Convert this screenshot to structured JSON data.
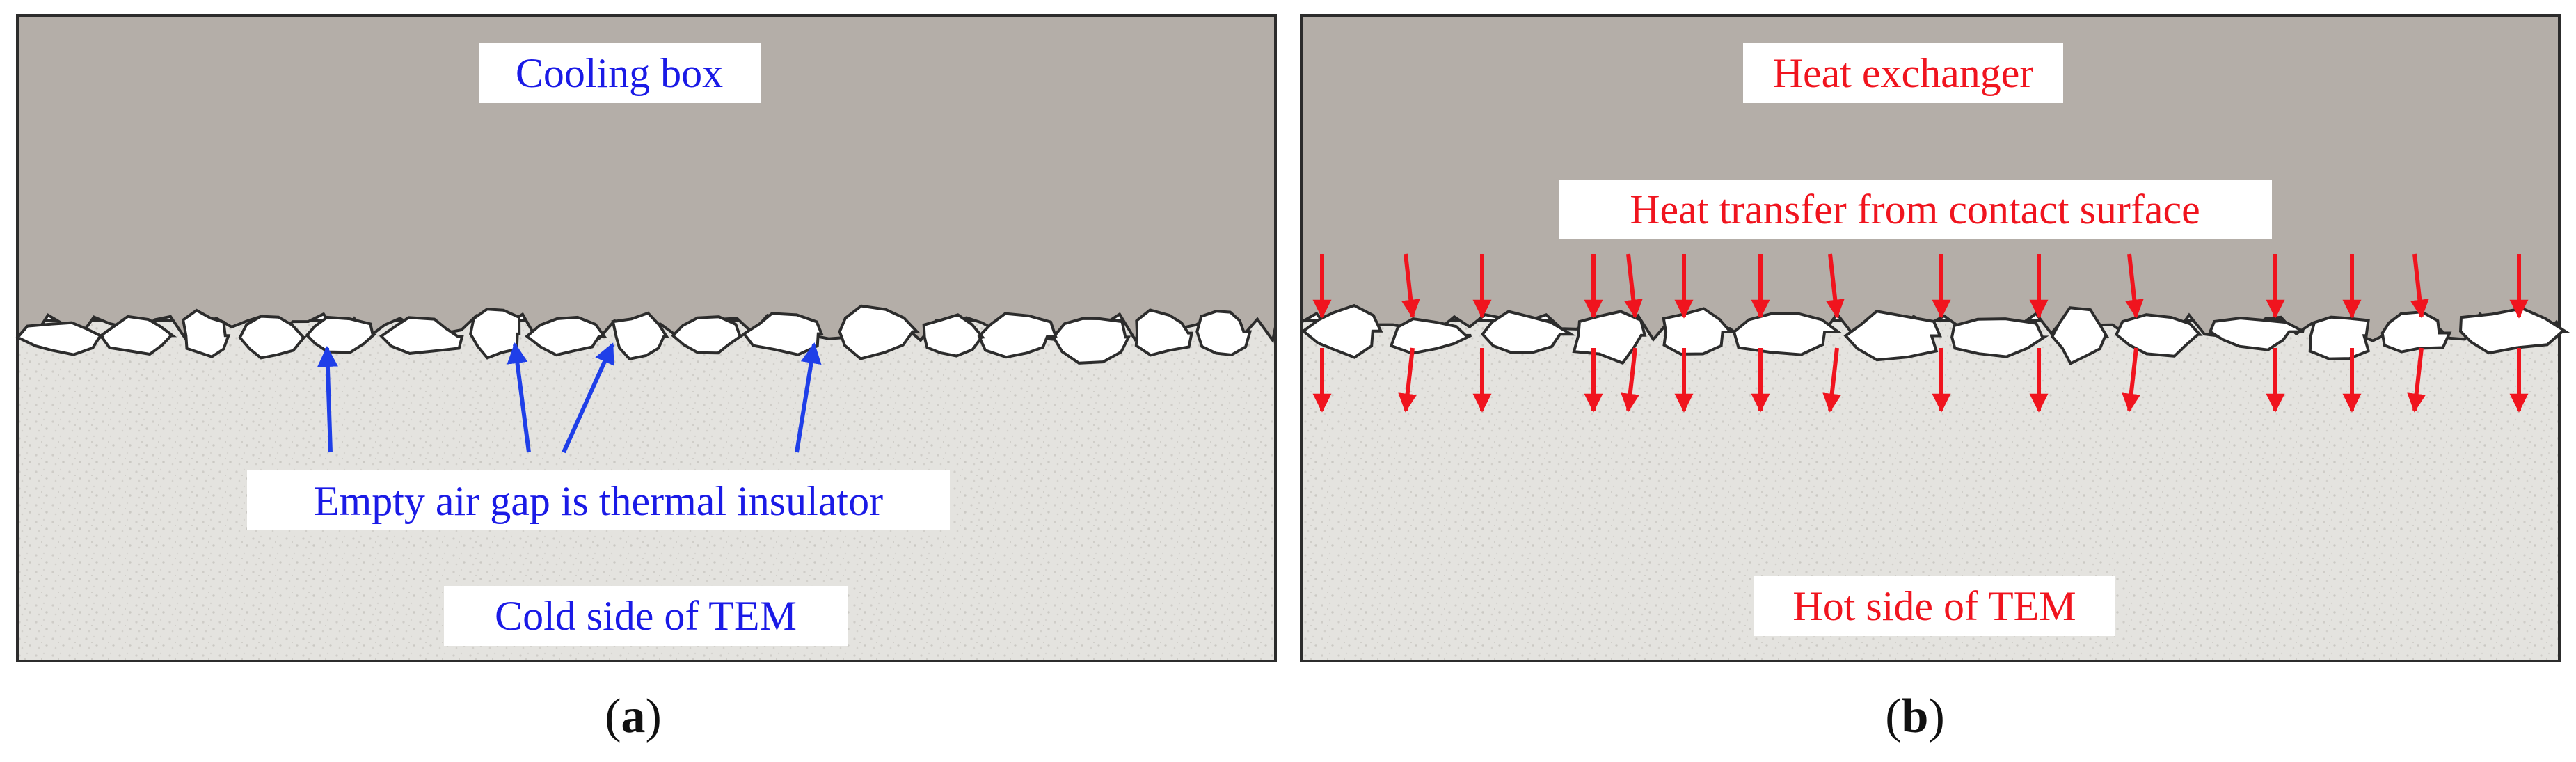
{
  "panel_a": {
    "top_label": "Cooling box",
    "insulator_label": "Empty air gap is thermal insulator",
    "bottom_label": "Cold side of TEM",
    "caption_letter": "a",
    "label_color": "#1a1ae6"
  },
  "panel_b": {
    "top_label": "Heat exchanger",
    "transfer_label": "Heat transfer from contact surface",
    "bottom_label": "Hot side of TEM",
    "caption_letter": "b",
    "label_color": "#f0141e"
  },
  "colors": {
    "upper_block": "#b4aea8",
    "lower_block": "#e4e3df",
    "air_gap": "#ffffff",
    "outline": "#2c2c2c",
    "blue_arrow": "#1f3fe8",
    "red_arrow": "#f0141e"
  }
}
